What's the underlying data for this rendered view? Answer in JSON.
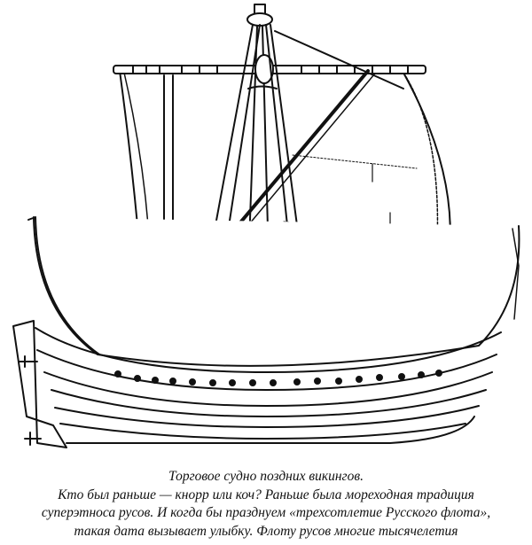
{
  "figure": {
    "subject": "viking-merchant-ship-drawing",
    "alt": "Line drawing of a late Viking merchant ship (knarr) with square sail"
  },
  "caption": {
    "title": "Торговое судно поздних викингов.",
    "lines": [
      "Кто был раньше — кнорр или коч? Раньше была мореходная традиция",
      "суперэтноса русов. И когда бы празднуем «трехсотлетие Русского флота»,",
      "такая дата вызывает улыбку. Флоту русов многие тысячелетия"
    ]
  }
}
